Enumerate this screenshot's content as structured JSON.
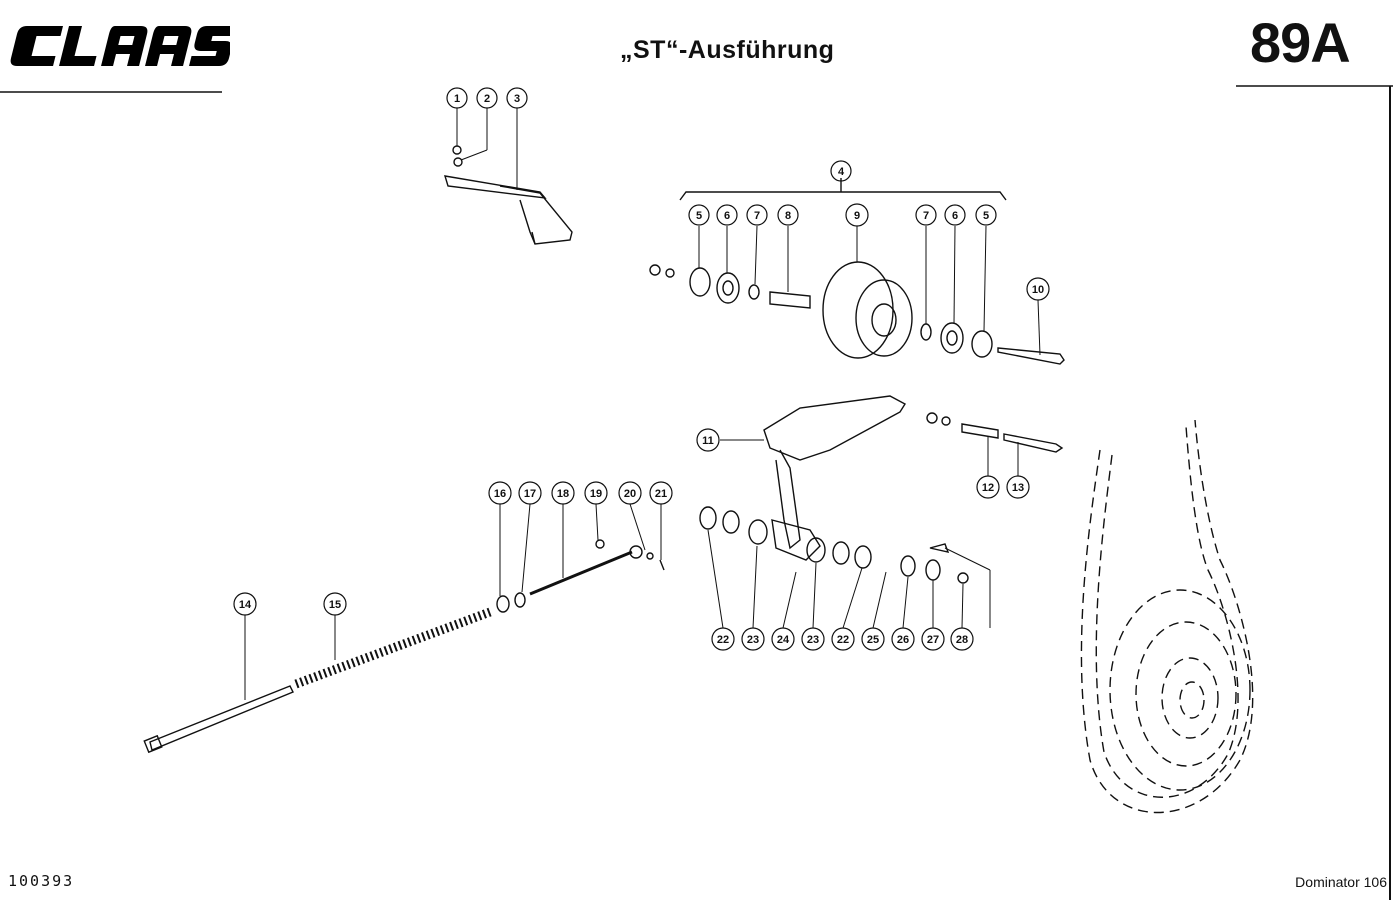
{
  "header": {
    "brand": "CLAAS",
    "title": "„ST“-Ausführung",
    "page_number": "89A"
  },
  "footer": {
    "doc_number": "100393",
    "model": "Dominator 106"
  },
  "callouts": [
    "1",
    "2",
    "3",
    "4",
    "5",
    "6",
    "7",
    "8",
    "9",
    "7",
    "6",
    "5",
    "10",
    "11",
    "12",
    "13",
    "14",
    "15",
    "16",
    "17",
    "18",
    "19",
    "20",
    "21",
    "22",
    "23",
    "24",
    "23",
    "22",
    "25",
    "26",
    "27",
    "28"
  ]
}
